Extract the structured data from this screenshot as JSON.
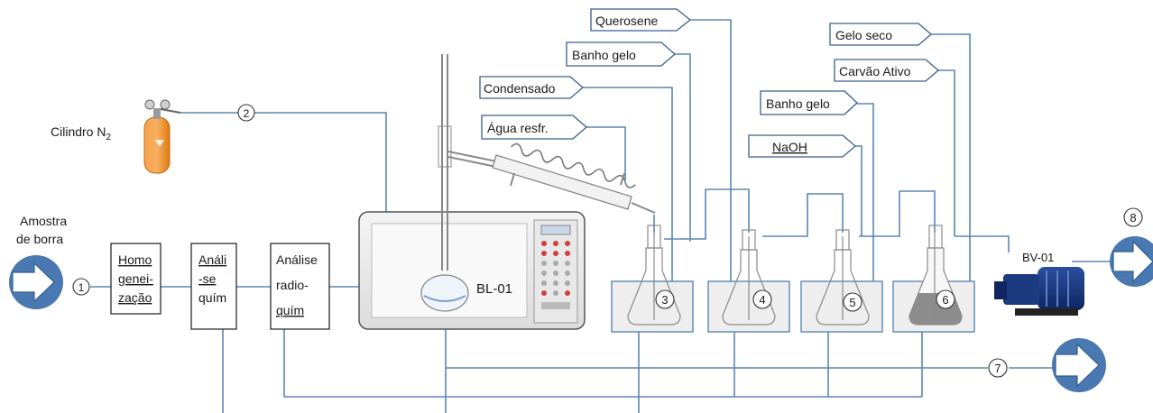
{
  "labels": {
    "amostra_line1": "Amostra",
    "amostra_line2": "de borra",
    "cilindro": "Cilindro N",
    "cilindro_sub": "2",
    "bl01": "BL-01",
    "bv01": "BV-01"
  },
  "boxes": {
    "homo": [
      "Homo",
      "genei-",
      "zação"
    ],
    "analise_quim": [
      "Análi",
      "-se",
      "quím"
    ],
    "analise_radio": [
      "Análise",
      "radio-",
      "quím"
    ]
  },
  "tags": {
    "querosene": "Querosene",
    "banho_gelo_1": "Banho gelo",
    "condensado": "Condensado",
    "agua": "Água resfr.",
    "gelo_seco": "Gelo seco",
    "carvao": "Carvão Ativo",
    "banho_gelo_2": "Banho gelo",
    "naoh": "NaOH"
  },
  "numbers": [
    "1",
    "2",
    "3",
    "4",
    "5",
    "6",
    "7",
    "8"
  ],
  "colors": {
    "line": "#5b86b5",
    "arrow": "#4a78b0",
    "cylinder": "#f08a1e",
    "bath": "#eeeeee",
    "dark_liquid": "#8c8c8c"
  }
}
